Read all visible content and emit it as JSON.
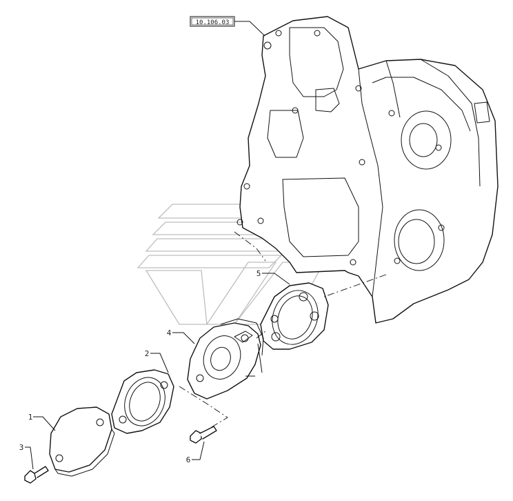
{
  "diagram": {
    "reference_code": "10.106.03",
    "callouts": [
      {
        "id": "1",
        "label": "1"
      },
      {
        "id": "2",
        "label": "2"
      },
      {
        "id": "3",
        "label": "3"
      },
      {
        "id": "4",
        "label": "4"
      },
      {
        "id": "5",
        "label": "5"
      },
      {
        "id": "6",
        "label": "6"
      }
    ]
  }
}
